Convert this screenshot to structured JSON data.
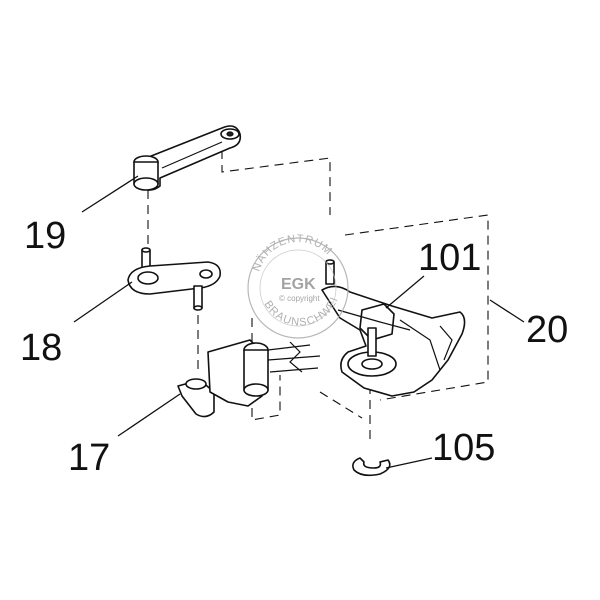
{
  "callouts": {
    "p19": "19",
    "p18": "18",
    "p17": "17",
    "p20": "20",
    "p101": "101",
    "p105": "105"
  },
  "watermark": {
    "logo": "EGK",
    "copyright": "© copyright",
    "ring_top": "NÄHZENTRUM",
    "ring_bottom": "BRAUNSCHWEIG",
    "color": "#9a9a9a"
  },
  "colors": {
    "line": "#111111",
    "background": "#ffffff"
  }
}
